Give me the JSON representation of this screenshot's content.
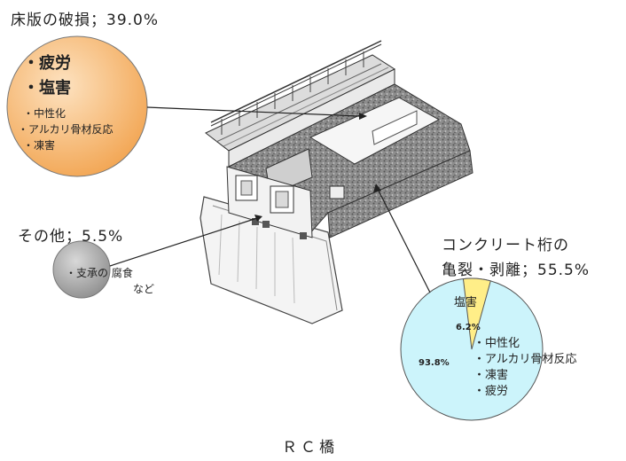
{
  "deck": {
    "title": "床版の破損；39.0%",
    "causes_bold": [
      "・疲労",
      "・塩害"
    ],
    "causes": [
      "・中性化",
      "・アルカリ骨材反応",
      "・凍害"
    ]
  },
  "other": {
    "title": "その他；5.5%",
    "note_line1": "・支承の 腐食",
    "note_line2": "など"
  },
  "girder": {
    "title_line1": "コンクリート桁の",
    "title_line2": "亀裂・剥離；55.5%",
    "pie_slice_label": "塩害",
    "pie_small_pct": "6.2%",
    "pie_large_pct": "93.8%",
    "causes": [
      "・中性化",
      "・アルカリ骨材反応",
      "・凍害",
      "・疲労"
    ]
  },
  "caption": "ＲＣ橋",
  "chart_data": {
    "type": "pie",
    "categories": [
      "塩害",
      "・中性化 ・アルカリ骨材反応 ・凍害 ・疲労"
    ],
    "values": [
      6.2,
      93.8
    ]
  },
  "colors": {
    "orange_circle": "#f7b46a",
    "gray_circle": "#a8a8a8",
    "pie_large": "#ccf4fb",
    "pie_small": "#ffee88"
  }
}
